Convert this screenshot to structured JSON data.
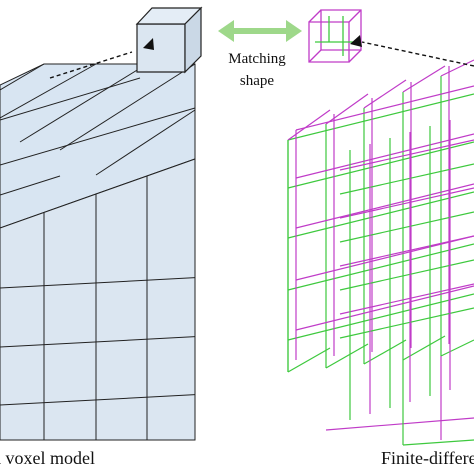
{
  "matching": {
    "line1": "Matching",
    "line2": "shape"
  },
  "captions": {
    "left": "d voxel model",
    "right": "Finite-differe"
  },
  "colors": {
    "voxel_fill": "#dbe6f1",
    "voxel_top": "#d8e5f2",
    "voxel_side": "#cad8e6",
    "edge": "#222222",
    "grid_green": "#3ec93e",
    "grid_magenta": "#c03cc8",
    "arrow_green": "#9ed88a"
  },
  "icons": [
    "double-arrow-icon",
    "pointer-arrow-icon"
  ]
}
